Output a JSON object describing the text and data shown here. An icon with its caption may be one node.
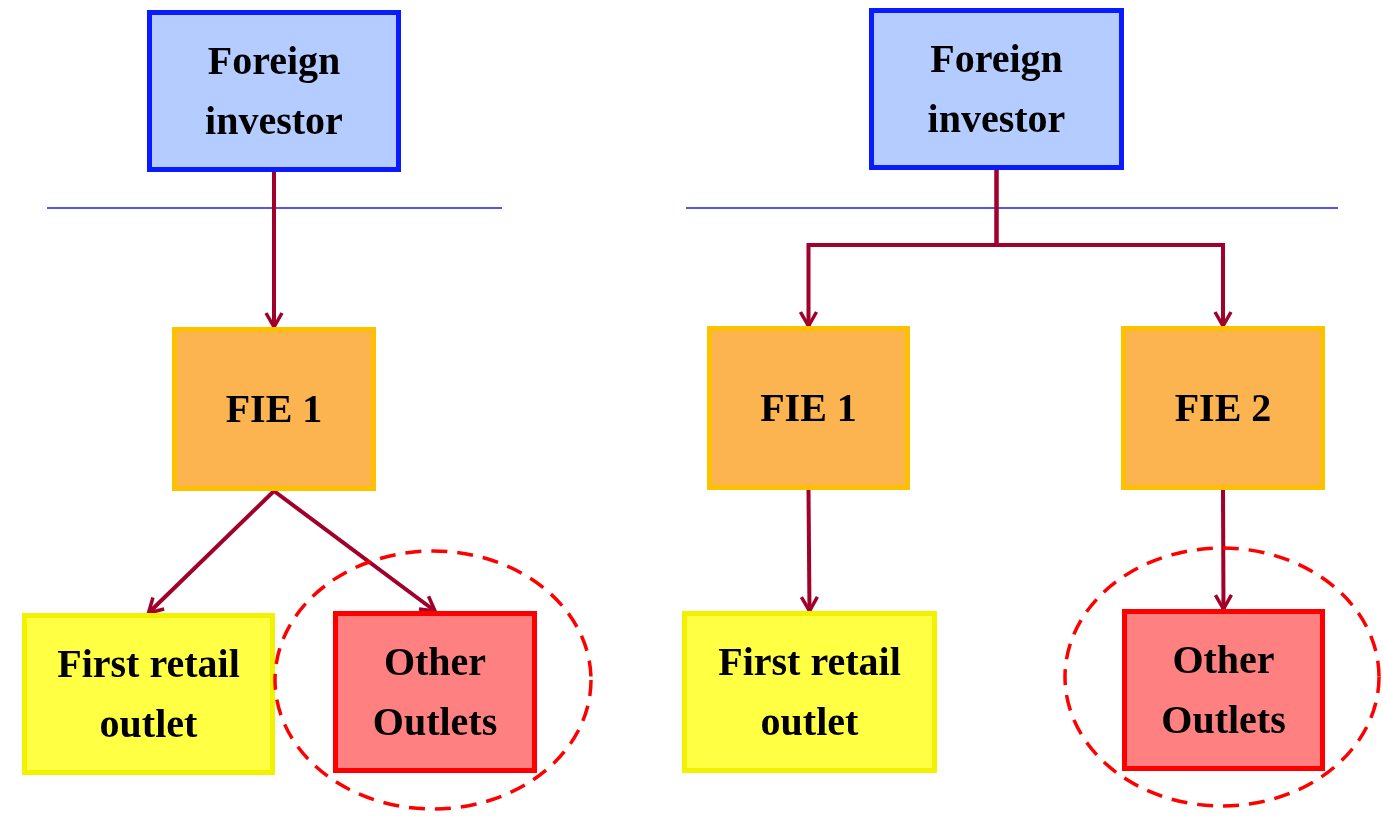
{
  "diagram": {
    "nodes": [
      {
        "text": [
          "Foreign investor"
        ]
      },
      {
        "text": [
          "FIE 1"
        ]
      },
      {
        "text": [
          "First retail outlet"
        ]
      },
      {
        "text": [],
        "shape": "circle"
      },
      {
        "text": [
          "Other Outlets"
        ],
        "in": 3
      },
      {
        "text": [
          "Foreign investor"
        ]
      },
      {
        "text": [
          "FIE 1"
        ]
      },
      {
        "text": [
          "FIE 2"
        ]
      },
      {
        "text": [
          "First retail outlet"
        ]
      },
      {
        "text": [],
        "shape": "circle"
      },
      {
        "text": [
          "Other Outlets"
        ],
        "in": 9
      }
    ],
    "edges": [
      {
        "from": 0,
        "to": 1,
        "arrow": "to"
      },
      {
        "from": 1,
        "to": 2,
        "arrow": "to"
      },
      {
        "from": 1,
        "to": 4,
        "arrow": "to"
      },
      {
        "from": 5,
        "to": 6,
        "arrow": "to"
      },
      {
        "from": 5,
        "to": 7,
        "arrow": "to"
      },
      {
        "from": 6,
        "to": 8,
        "arrow": "to"
      },
      {
        "from": 7,
        "to": 10,
        "arrow": "to"
      }
    ]
  }
}
